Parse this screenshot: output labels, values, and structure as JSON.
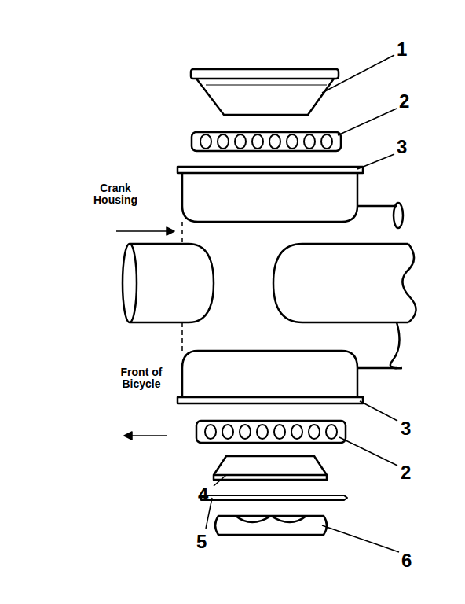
{
  "diagram": {
    "labels": [
      "1",
      "2",
      "3",
      "Crank Housing",
      "Front of Bicycle",
      "3",
      "2",
      "4",
      "5",
      "6"
    ]
  }
}
